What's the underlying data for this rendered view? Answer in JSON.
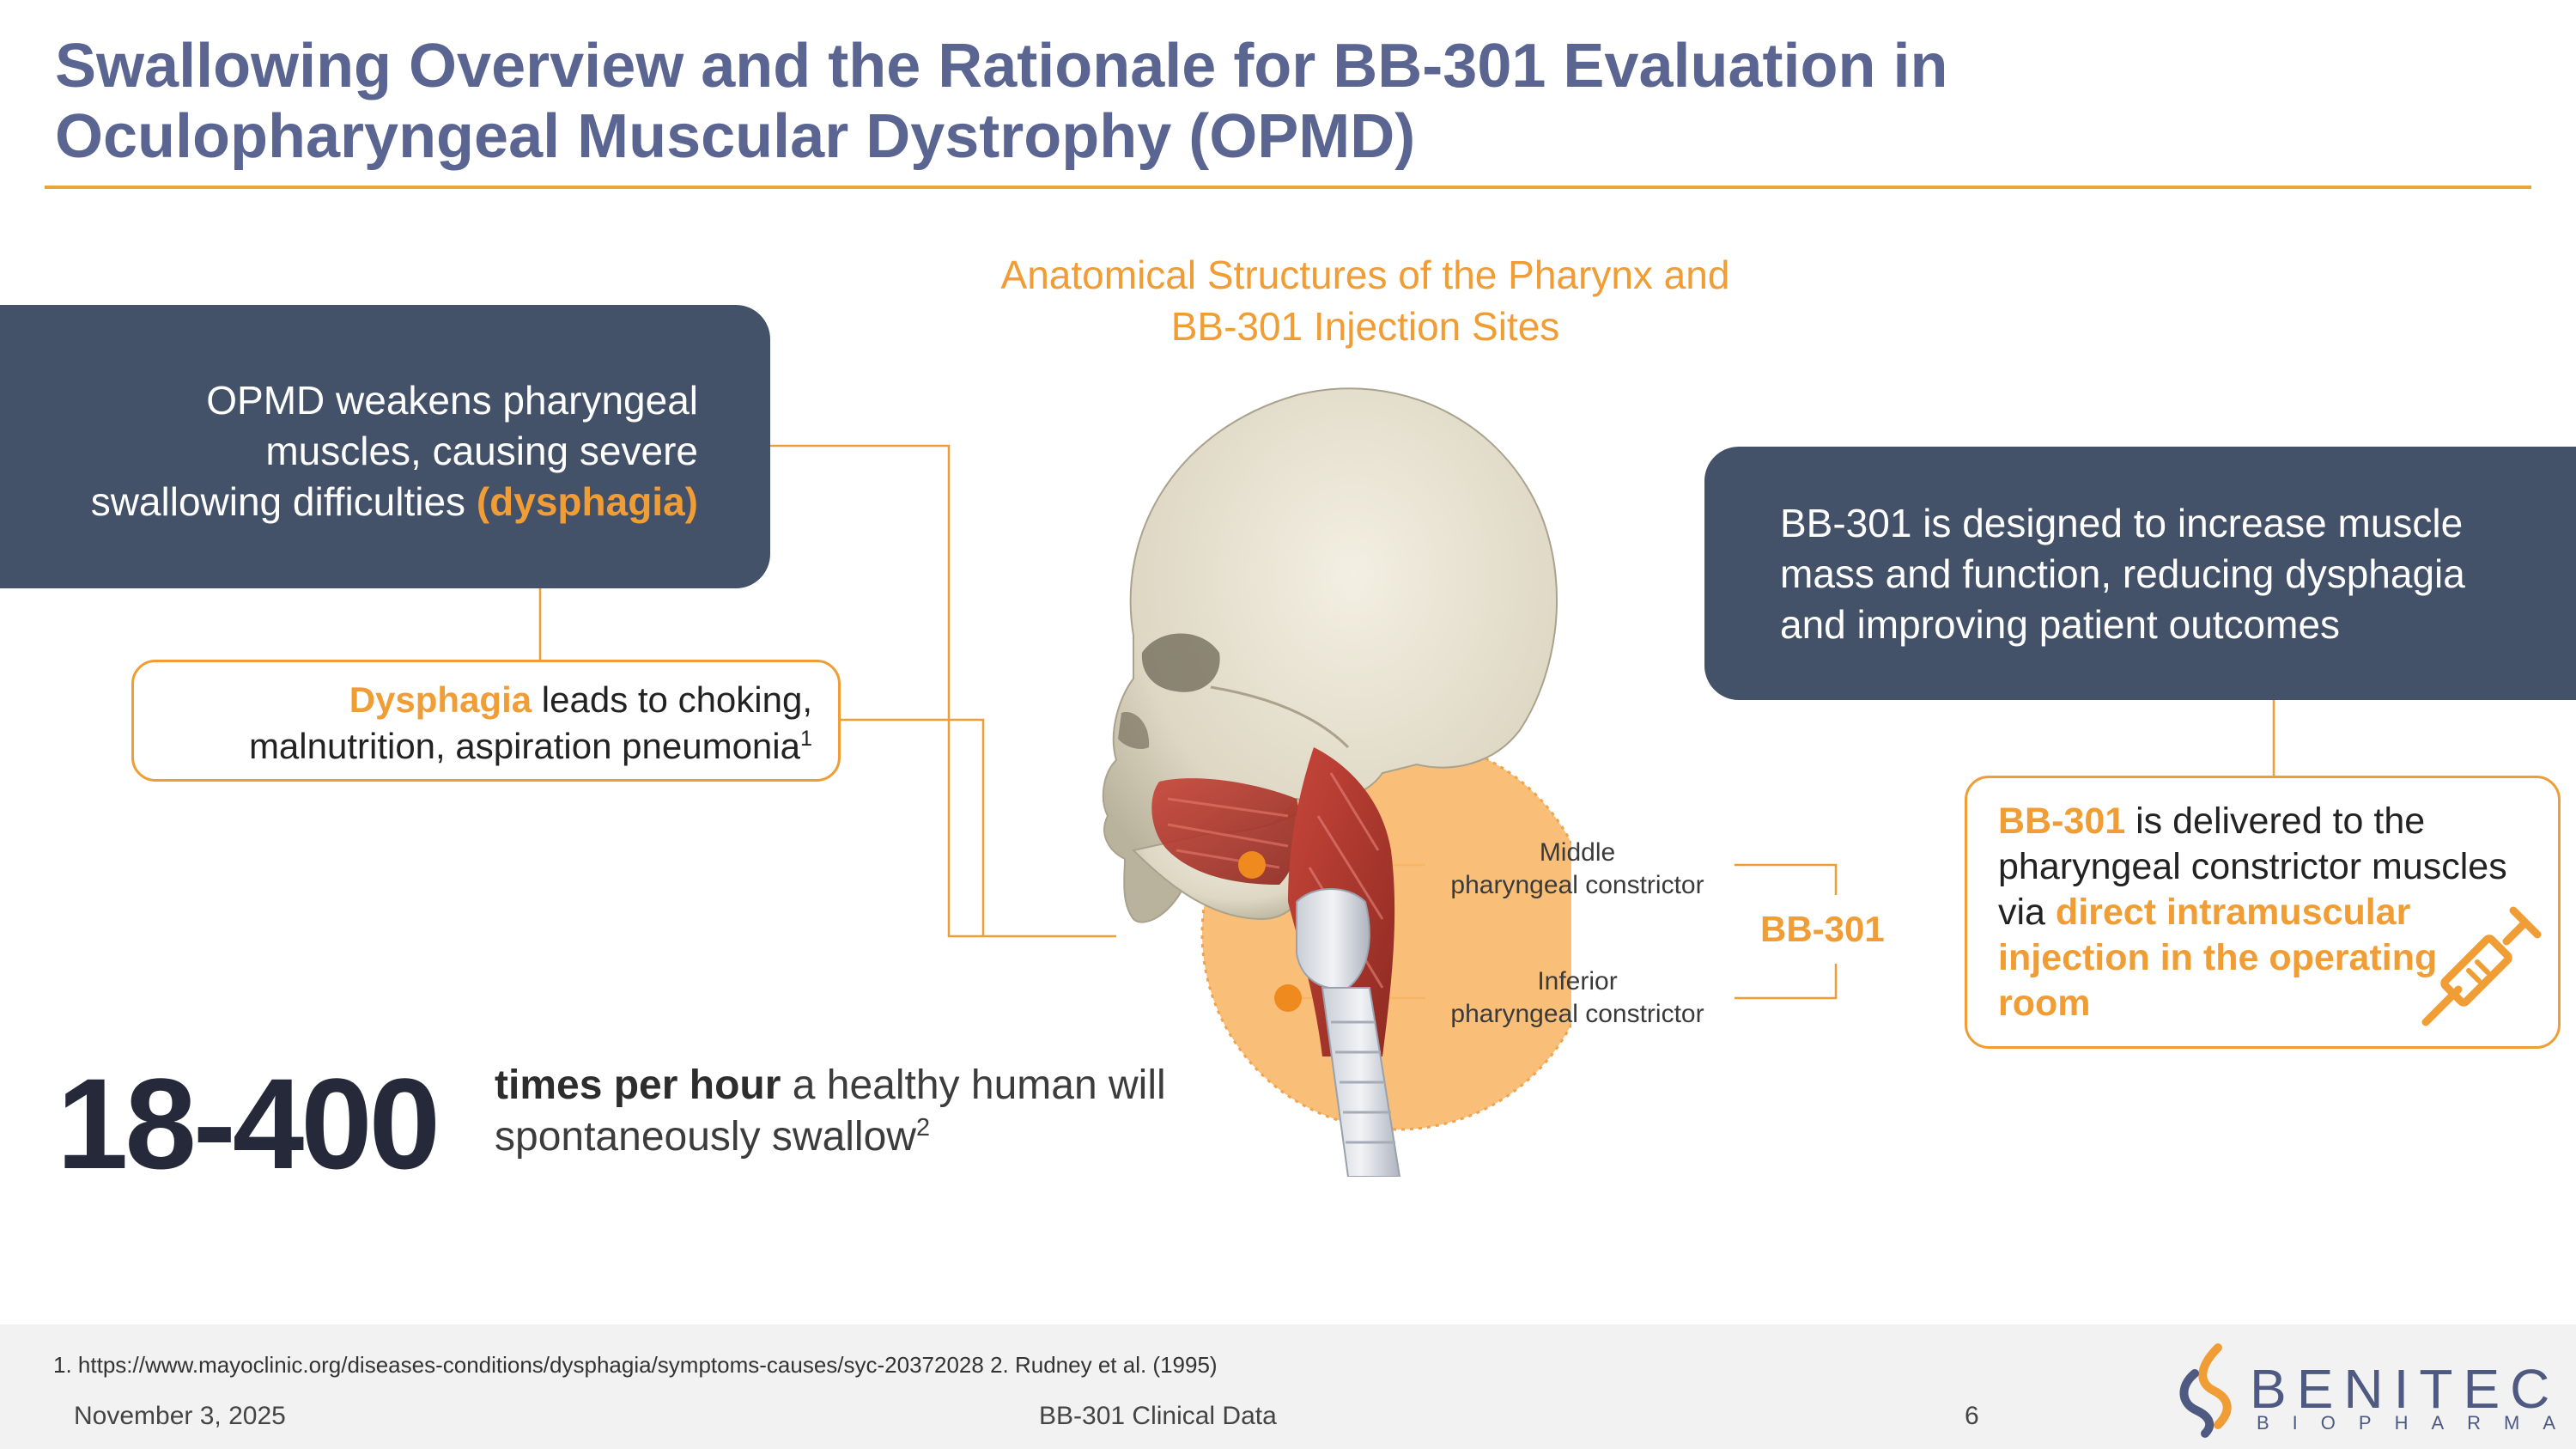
{
  "title": {
    "line1": "Swallowing Overview and the Rationale for BB-301 Evaluation in",
    "line2": "Oculopharyngeal Muscular Dystrophy (OPMD)"
  },
  "anatomy": {
    "title_line1": "Anatomical Structures of the Pharynx and",
    "title_line2": "BB-301 Injection Sites",
    "middle_label_1": "Middle",
    "middle_label_2": "pharyngeal constrictor",
    "inferior_label_1": "Inferior",
    "inferior_label_2": "pharyngeal constrictor",
    "bb_tag": "BB-301"
  },
  "left_box": {
    "line1": "OPMD weakens pharyngeal",
    "line2": "muscles, causing severe",
    "line3_plain": "swallowing difficulties ",
    "line3_highlight": "(dysphagia)"
  },
  "dysphagia_box": {
    "highlight": "Dysphagia",
    "line1_rest": " leads to choking,",
    "line2": "malnutrition, aspiration pneumonia",
    "ref": "1"
  },
  "right_box": {
    "line1": "BB-301 is designed to increase muscle",
    "line2": "mass and function, reducing dysphagia",
    "line3": "and improving patient outcomes"
  },
  "delivery_box": {
    "highlight1": "BB-301",
    "line1_rest": " is delivered to the",
    "line2": "pharyngeal constrictor muscles",
    "line3_plain": "via ",
    "line3_highlight": "direct intramuscular",
    "line4": "injection in the operating",
    "line5": "room"
  },
  "stat": {
    "value": "18-400",
    "bold_part": "times per hour",
    "line1_rest": " a healthy human will",
    "line2": "spontaneously swallow",
    "ref": "2"
  },
  "footer": {
    "references": "1. https://www.mayoclinic.org/diseases-conditions/dysphagia/symptoms-causes/syc-20372028 2. Rudney et al. (1995)",
    "date": "November 3, 2025",
    "center": "BB-301 Clinical Data",
    "page": "6"
  },
  "logo": {
    "name": "BENITEC",
    "sub": "BIOPHARMA"
  },
  "colors": {
    "title": "#5a6591",
    "accent_orange": "#ef9d34",
    "dark_box": "#435169",
    "stat_dark": "#25293a"
  }
}
